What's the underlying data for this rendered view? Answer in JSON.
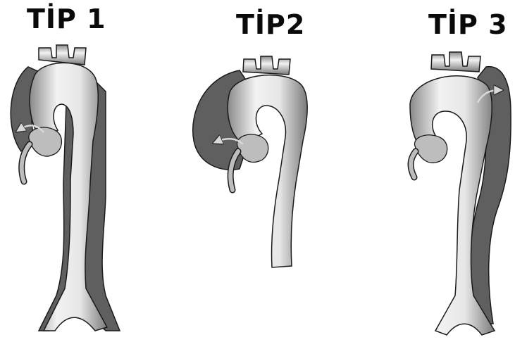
{
  "labels": {
    "type1": "TİP 1",
    "type2": "TİP2",
    "type3": "TİP 3"
  },
  "colors": {
    "background": "#ffffff",
    "false_lumen": "#5f5f5f",
    "true_lumen_light": "#f2f2f2",
    "true_lumen_dark": "#8a8a8a",
    "outline": "#1a1a1a",
    "arrow": "#d9d9d9"
  }
}
